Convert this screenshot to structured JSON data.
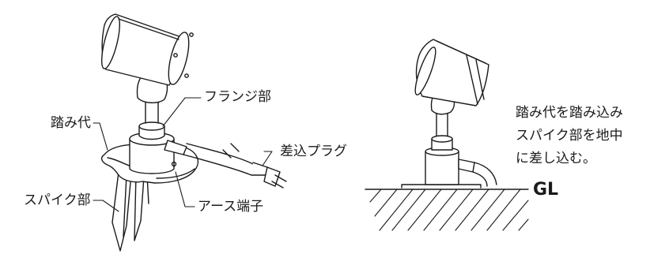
{
  "labels": {
    "flange": "フランジ部",
    "step": "踏み代",
    "plug": "差込プラグ",
    "spike": "スパイク部",
    "earth": "アース端子",
    "ground": "GL"
  },
  "note": {
    "line1": "踏み代を踏み込み",
    "line2": "スパイク部を地中",
    "line3": "に差し込む。"
  }
}
